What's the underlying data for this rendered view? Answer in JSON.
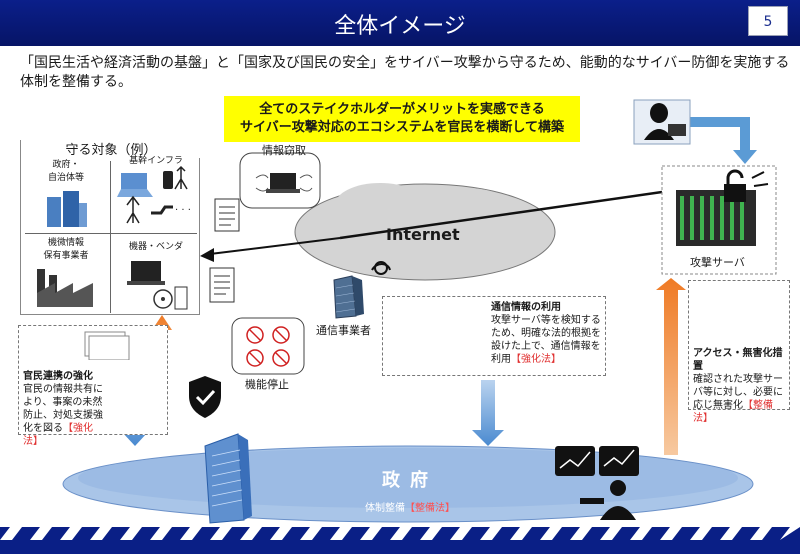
{
  "header": {
    "title": "全体イメージ",
    "page_number": "5"
  },
  "lead": "「国民生活や経済活動の基盤」と「国家及び国民の安全」をサイバー攻撃から守るため、能動的なサイバー防御を実施する体制を整備する。",
  "banner": {
    "line1": "全てのステイクホルダーがメリットを実感できる",
    "line2": "サイバー攻撃対応のエコシステムを官民を横断して構築"
  },
  "targets": {
    "title": "守る対象（例）",
    "cells": [
      {
        "label": "政府・\n自治体等"
      },
      {
        "label": "基幹インフラ"
      },
      {
        "label": "機微情報\n保有事業者"
      },
      {
        "label": "機器・ベンダ"
      }
    ]
  },
  "labels": {
    "info_theft": "情報窃取",
    "internet": "Internet",
    "operator": "通信事業者",
    "shutdown": "機能停止",
    "attack_server": "攻撃サーバ"
  },
  "notes": {
    "cooperation": {
      "title": "官民連携の強化",
      "body": "官民の情報共有により、事案の未然防止、対処支援強化を図る",
      "law": "【強化法】"
    },
    "comm_info": {
      "title": "通信情報の利用",
      "body": "攻撃サーバ等を検知するため、明確な法的根拠を設けた上で、通信情報を利用",
      "law": "【強化法】"
    },
    "neutralize": {
      "title": "アクセス・無害化措置",
      "body": "確認された攻撃サーバ等に対し、必要に応じ無害化",
      "law": "【整備法】"
    }
  },
  "government": {
    "label": "政府",
    "sub": "体制整備",
    "law": "【整備法】"
  },
  "colors": {
    "title_bar": "#0b1f8a",
    "banner": "#ffff00",
    "arrow_blue": "#5b9bd5",
    "arrow_orange": "#f08a3c",
    "ellipse": "#bcd3ee",
    "law_red": "#e03030"
  },
  "icons": [
    "shield-check-icon",
    "hacker-icon",
    "server-rack-icon",
    "padlock-icon",
    "building-icon",
    "laptop-icon",
    "document-icon",
    "monitors-operator-icon"
  ]
}
